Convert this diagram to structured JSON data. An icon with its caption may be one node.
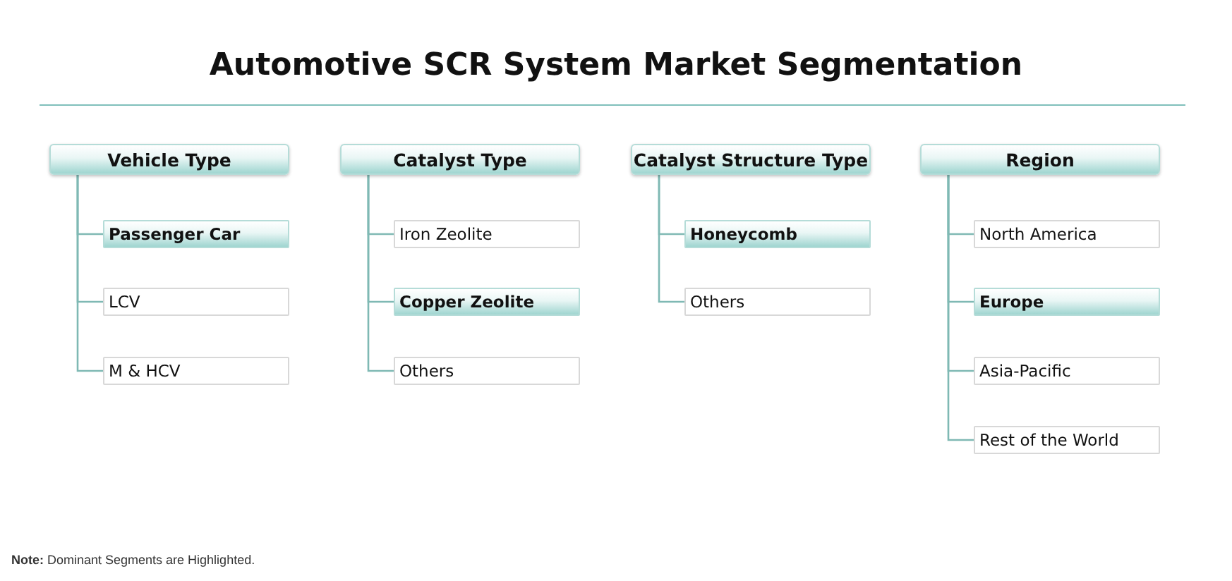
{
  "diagram": {
    "title": "Automotive SCR System Market Segmentation",
    "nodes": [
      {
        "text": [
          "Vehicle Type"
        ]
      },
      {
        "text": [
          "Passenger Car"
        ]
      },
      {
        "text": [
          "LCV"
        ]
      },
      {
        "text": [
          "M & HCV"
        ]
      },
      {
        "text": [
          "Catalyst Type"
        ]
      },
      {
        "text": [
          "Iron Zeolite"
        ]
      },
      {
        "text": [
          "Copper Zeolite"
        ]
      },
      {
        "text": [
          "Others"
        ]
      },
      {
        "text": [
          "Catalyst Structure Type"
        ]
      },
      {
        "text": [
          "Honeycomb"
        ]
      },
      {
        "text": [
          "Others"
        ]
      },
      {
        "text": [
          "Region"
        ]
      },
      {
        "text": [
          "North America"
        ]
      },
      {
        "text": [
          "Europe"
        ]
      },
      {
        "text": [
          "Asia-Pacific"
        ]
      },
      {
        "text": [
          "Rest of the World"
        ]
      }
    ],
    "edges": [
      {
        "from": 0,
        "to": 1,
        "arrow": "none"
      },
      {
        "from": 0,
        "to": 2,
        "arrow": "none"
      },
      {
        "from": 0,
        "to": 3,
        "arrow": "none"
      },
      {
        "from": 4,
        "to": 5,
        "arrow": "none"
      },
      {
        "from": 4,
        "to": 6,
        "arrow": "none"
      },
      {
        "from": 4,
        "to": 7,
        "arrow": "none"
      },
      {
        "from": 8,
        "to": 9,
        "arrow": "none"
      },
      {
        "from": 8,
        "to": 10,
        "arrow": "none"
      },
      {
        "from": 11,
        "to": 12,
        "arrow": "none"
      },
      {
        "from": 11,
        "to": 13,
        "arrow": "none"
      },
      {
        "from": 11,
        "to": 14,
        "arrow": "none"
      },
      {
        "from": 11,
        "to": 15,
        "arrow": "none"
      }
    ],
    "labels": [
      "**Note:** Dominant Segments are Highlighted."
    ]
  }
}
